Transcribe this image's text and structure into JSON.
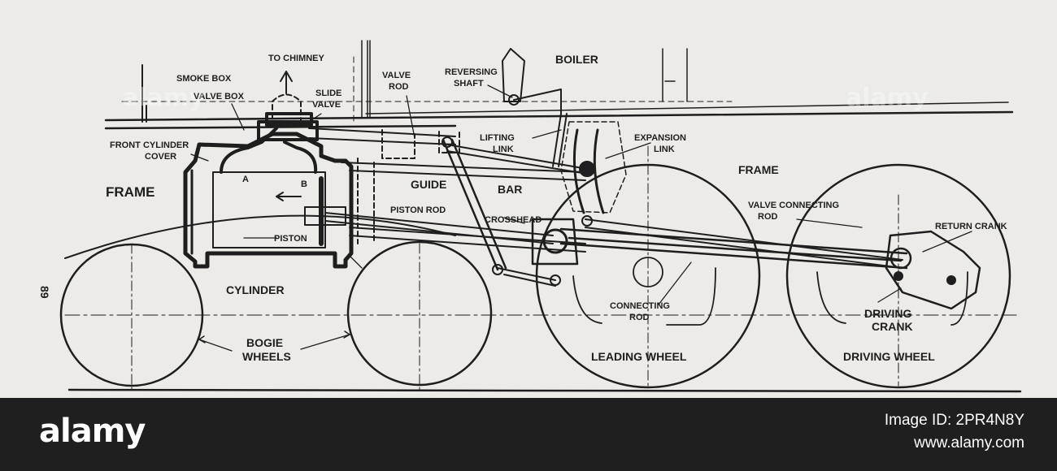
{
  "labels": {
    "to_chimney": "TO CHIMNEY",
    "boiler": "BOILER",
    "smoke_box": "SMOKE BOX",
    "valve_box": "VALVE BOX",
    "slide_valve_1": "SLIDE",
    "slide_valve_2": "VALVE",
    "valve_rod_1": "VALVE",
    "valve_rod_2": "ROD",
    "reversing_shaft_1": "REVERSING",
    "reversing_shaft_2": "SHAFT",
    "lifting_link_1": "LIFTING",
    "lifting_link_2": "LINK",
    "expansion_link_1": "EXPANSION",
    "expansion_link_2": "LINK",
    "front_cover_1": "FRONT CYLINDER",
    "front_cover_2": "COVER",
    "frame_left": "FRAME",
    "frame_right": "FRAME",
    "port_a": "A",
    "port_b": "B",
    "guide_bar_1": "GUIDE",
    "guide_bar_2": "BAR",
    "piston_rod": "PISTON ROD",
    "crosshead": "CROSSHEAD",
    "piston": "PISTON",
    "valve_connecting_rod_1": "VALVE CONNECTING",
    "valve_connecting_rod_2": "ROD",
    "return_crank": "RETURN CRANK",
    "cylinder": "CYLINDER",
    "page_number": "89",
    "connecting_rod_1": "CONNECTING",
    "connecting_rod_2": "ROD",
    "driving_crank_1": "DRIVING",
    "driving_crank_2": "CRANK",
    "bogie_wheels_1": "BOGIE",
    "bogie_wheels_2": "WHEELS",
    "leading_wheel": "LEADING WHEEL",
    "driving_wheel": "DRIVING WHEEL"
  },
  "watermark": "alamy",
  "footer": {
    "brand": "alamy",
    "image_id": "Image ID: 2PR4N8Y",
    "site": "www.alamy.com"
  }
}
